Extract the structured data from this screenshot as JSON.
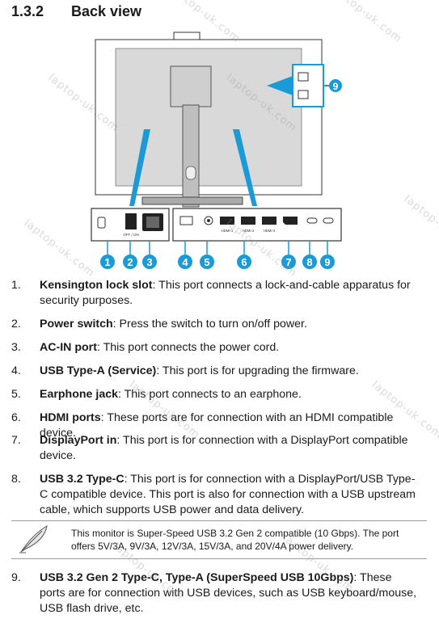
{
  "section": {
    "number": "1.3.2",
    "title": "Back view"
  },
  "figure": {
    "callouts": [
      "1",
      "2",
      "3",
      "4",
      "5",
      "6",
      "7",
      "8",
      "9"
    ],
    "top_callout": "9",
    "port_labels": {
      "switch": "OFF / ON",
      "hdmi": [
        "HDMI-1",
        "HDMI-2",
        "HDMI-3"
      ]
    },
    "accent_color": "#1a9ad6"
  },
  "items": [
    {
      "n": "1.",
      "bold": "Kensington lock slot",
      "text": ": This port connects a lock-and-cable apparatus for security purposes."
    },
    {
      "n": "2.",
      "bold": "Power switch",
      "text": ": Press the switch to turn on/off power."
    },
    {
      "n": "3.",
      "bold": "AC-IN port",
      "text": ": This port connects the power cord."
    },
    {
      "n": "4.",
      "bold": "USB Type-A (Service)",
      "text": ": This port is for upgrading the firmware."
    },
    {
      "n": "5.",
      "bold": "Earphone jack",
      "text": ": This port connects to an earphone."
    },
    {
      "n": "6.",
      "bold": "HDMI ports",
      "text": ": These ports are for connection with an HDMI compatible device."
    },
    {
      "n": "7.",
      "bold": "DisplayPort in",
      "text": ": This port is for connection with a DisplayPort compatible device."
    },
    {
      "n": "8.",
      "bold": "USB 3.2 Type-C",
      "text": ": This port is for connection with a DisplayPort/USB Type-C compatible device. This port is also for connection with a USB upstream cable, which supports USB power and data delivery."
    },
    {
      "n": "9.",
      "bold": "USB 3.2 Gen 2 Type-C, Type-A (SuperSpeed USB 10Gbps)",
      "text": ": These ports are for connection with USB devices, such as USB keyboard/mouse, USB flash drive, etc."
    }
  ],
  "note": "This monitor is Super-Speed USB 3.2 Gen 2 compatible (10 Gbps). The port offers 5V/3A, 9V/3A, 12V/3A, 15V/3A, and 20V/4A power delivery.",
  "watermark": "laptop-uk.com"
}
